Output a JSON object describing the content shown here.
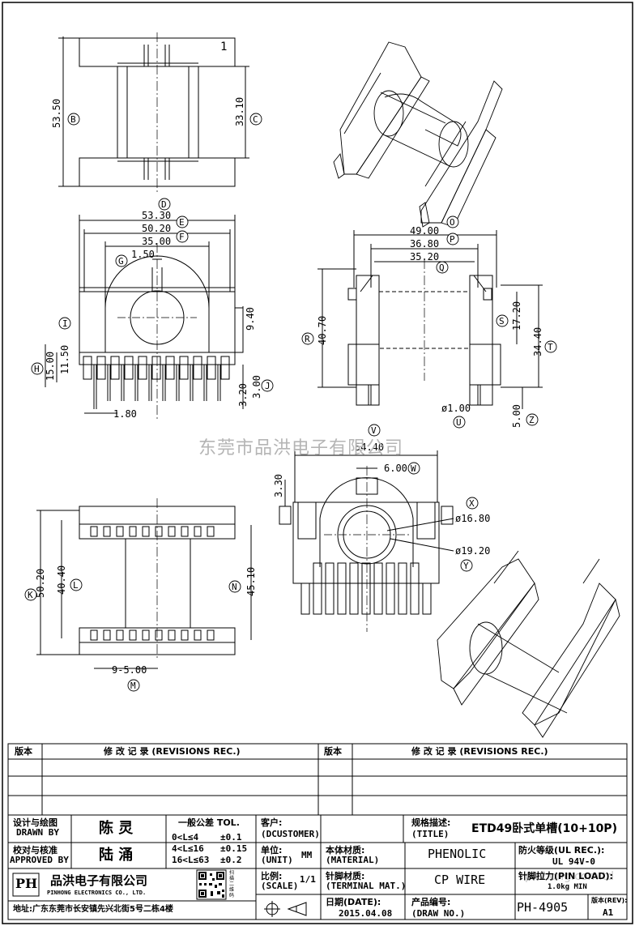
{
  "sheet_number": "1",
  "watermark": "东莞市品洪电子有限公司",
  "watermark_url": "pinhong.com.td",
  "dimensions": {
    "v53_50": "53.50",
    "v33_10": "33.10",
    "v53_30": "53.30",
    "v50_20": "50.20",
    "v35_00": "35.00",
    "v1_50": "1.50",
    "v9_40": "9.40",
    "v15_00": "15.00",
    "v11_50": "11.50",
    "v3_20": "3.20",
    "v3_00": "3.00",
    "v1_80": "1.80",
    "v49_00": "49.00",
    "v36_80": "36.80",
    "v35_20": "35.20",
    "v40_70": "40.70",
    "v17_20": "17.20",
    "v34_40": "34.40",
    "v_dia1": "ø1.00",
    "v5_00": "5.00",
    "v54_40": "54.40",
    "v6_00": "6.00",
    "v3_30": "3.30",
    "v_dia16": "ø16.80",
    "v_dia19": "ø19.20",
    "v50_20b": "50.20",
    "v40_40": "40.40",
    "v45_10": "45.10",
    "v9_5": "9-5.00"
  },
  "callouts": [
    "B",
    "C",
    "D",
    "E",
    "F",
    "G",
    "I",
    "H",
    "J",
    "O",
    "P",
    "Q",
    "R",
    "S",
    "T",
    "U",
    "Z",
    "V",
    "W",
    "X",
    "Y",
    "K",
    "L",
    "N",
    "M"
  ],
  "title_block": {
    "rev_header_left": "版本",
    "rev_header_mid": "修 改 记 录 (REVISIONS REC.)",
    "rev_header_left2": "版本",
    "rev_header_mid2": "修 改 记 录 (REVISIONS REC.)",
    "designer_label_cn": "设计与绘图",
    "designer_label_en": "DRAWN BY",
    "designer_name": "陈 灵",
    "approver_label_cn": "校对与核准",
    "approver_label_en": "APPROVED BY",
    "approver_name": "陆 涌",
    "tolerance_title": "一般公差 TOL.",
    "tol1": "0<L≤4",
    "tol1v": "±0.1",
    "tol2": "4<L≤16",
    "tol2v": "±0.15",
    "tol3": "16<L≤63",
    "tol3v": "±0.2",
    "customer_label_cn": "客户:",
    "customer_label_en": "(DCUSTOMER)",
    "unit_label_cn": "单位:",
    "unit_label_en": "(UNIT)",
    "unit_value": "MM",
    "material_label_cn": "本体材质:",
    "material_label_en": "(MATERIAL)",
    "material_value": "PHENOLIC",
    "title_label_cn": "规格描述:",
    "title_label_en": "(TITLE)",
    "title_value": "ETD49卧式单槽(10+10P)",
    "ul_label_cn": "防火等级(UL REC.):",
    "ul_value": "UL 94V-0",
    "scale_label_cn": "比例:",
    "scale_label_en": "(SCALE)",
    "scale_value": "1/1",
    "terminal_label_cn": "针脚材质:",
    "terminal_label_en": "(TERMINAL MAT.)",
    "terminal_value": "CP WIRE",
    "pinload_label": "针脚拉力(PIN LOAD):",
    "pinload_value": "1.0kg MIN",
    "date_label_cn": "日期(DATE):",
    "date_value": "2015.04.08",
    "drawno_label_cn": "产品编号:",
    "drawno_label_en": "(DRAW NO.)",
    "drawno_value": "PH-4905",
    "rev_label": "版本(REV):",
    "rev_value": "A1",
    "company_logo": "PH",
    "company_cn": "品洪电子有限公司",
    "company_en": "PINHONG ELECTRONICS CO., LTD.",
    "address": "地址:广东东莞市长安镇先兴北街5号二栋4楼",
    "qr_text": "扫描二维码"
  }
}
